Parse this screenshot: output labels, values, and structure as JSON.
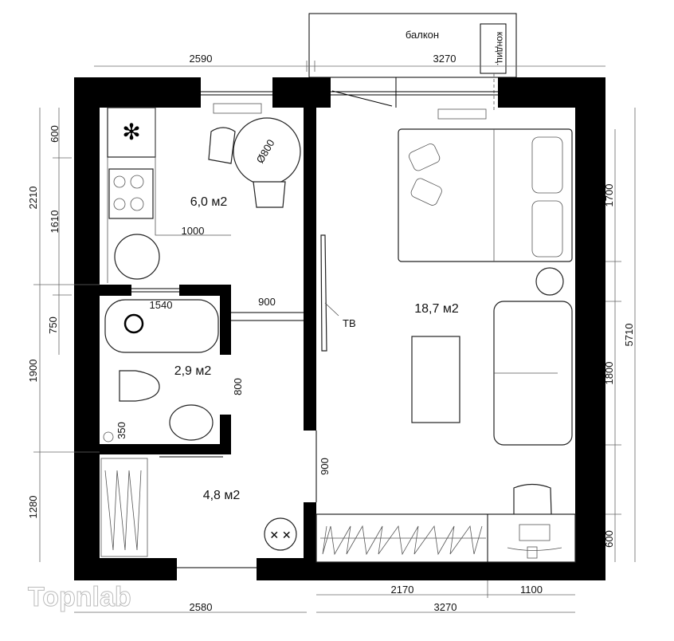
{
  "plan": {
    "balcony_label": "балкон",
    "ac_label": "кондиц.",
    "tv_label": "ТВ",
    "table_diameter": "Ø800",
    "rooms": {
      "kitchen": "6,0 м2",
      "bathroom": "2,9 м2",
      "hall": "4,8 м2",
      "living": "18,7 м2"
    },
    "dims": {
      "top_left": "2590",
      "top_right": "3270",
      "left_600": "600",
      "left_2210": "2210",
      "left_1610": "1610",
      "left_750": "750",
      "left_1900": "1900",
      "left_1280": "1280",
      "counter_1000": "1000",
      "bath_1540": "1540",
      "door_900_h": "900",
      "door_800": "800",
      "wc_350": "350",
      "door_900_v": "900",
      "right_1700": "1700",
      "right_1800": "1800",
      "right_600": "600",
      "right_5710": "5710",
      "bottom_2170": "2170",
      "bottom_1100": "1100",
      "bottom_3270": "3270",
      "bottom_2580": "2580"
    },
    "watermark": "Topnlab"
  }
}
